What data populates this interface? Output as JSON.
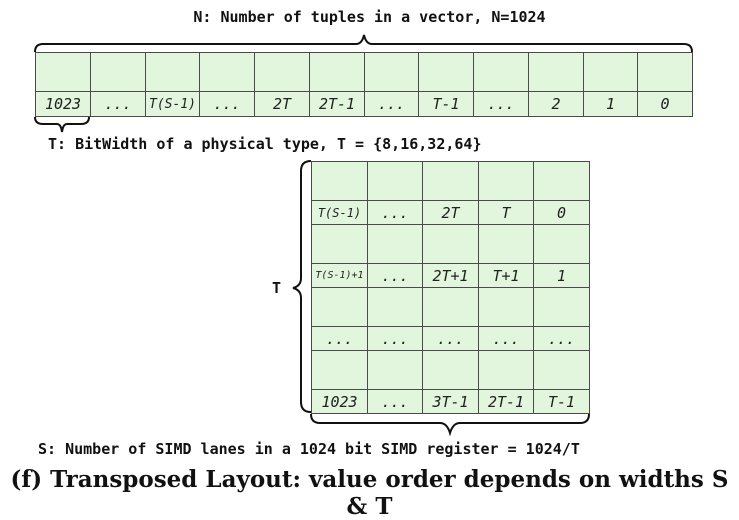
{
  "captions": {
    "top": "N: Number of tuples in a vector, N=1024",
    "bitwidth": "T: BitWidth of a physical type, T = {8,16,32,64}",
    "simd": "S: Number of SIMD lanes in a 1024 bit SIMD register = 1024/T",
    "t_label": "T",
    "figure": "(f) Transposed Layout: value order depends on widths S & T"
  },
  "vector_row": {
    "labels": [
      "1023",
      "...",
      "T(S-1)",
      "...",
      "2T",
      "2T-1",
      "...",
      "T-1",
      "...",
      "2",
      "1",
      "0"
    ]
  },
  "grid": {
    "rows": [
      [
        "T(S-1)",
        "...",
        "2T",
        "T",
        "0"
      ],
      [
        "T(S-1)+1",
        "...",
        "2T+1",
        "T+1",
        "1"
      ],
      [
        "...",
        "...",
        "...",
        "...",
        "..."
      ],
      [
        "1023",
        "...",
        "3T-1",
        "2T-1",
        "T-1"
      ]
    ]
  },
  "colors": {
    "cell_fill": "#e2f5dd",
    "border": "#4a4a4a"
  }
}
